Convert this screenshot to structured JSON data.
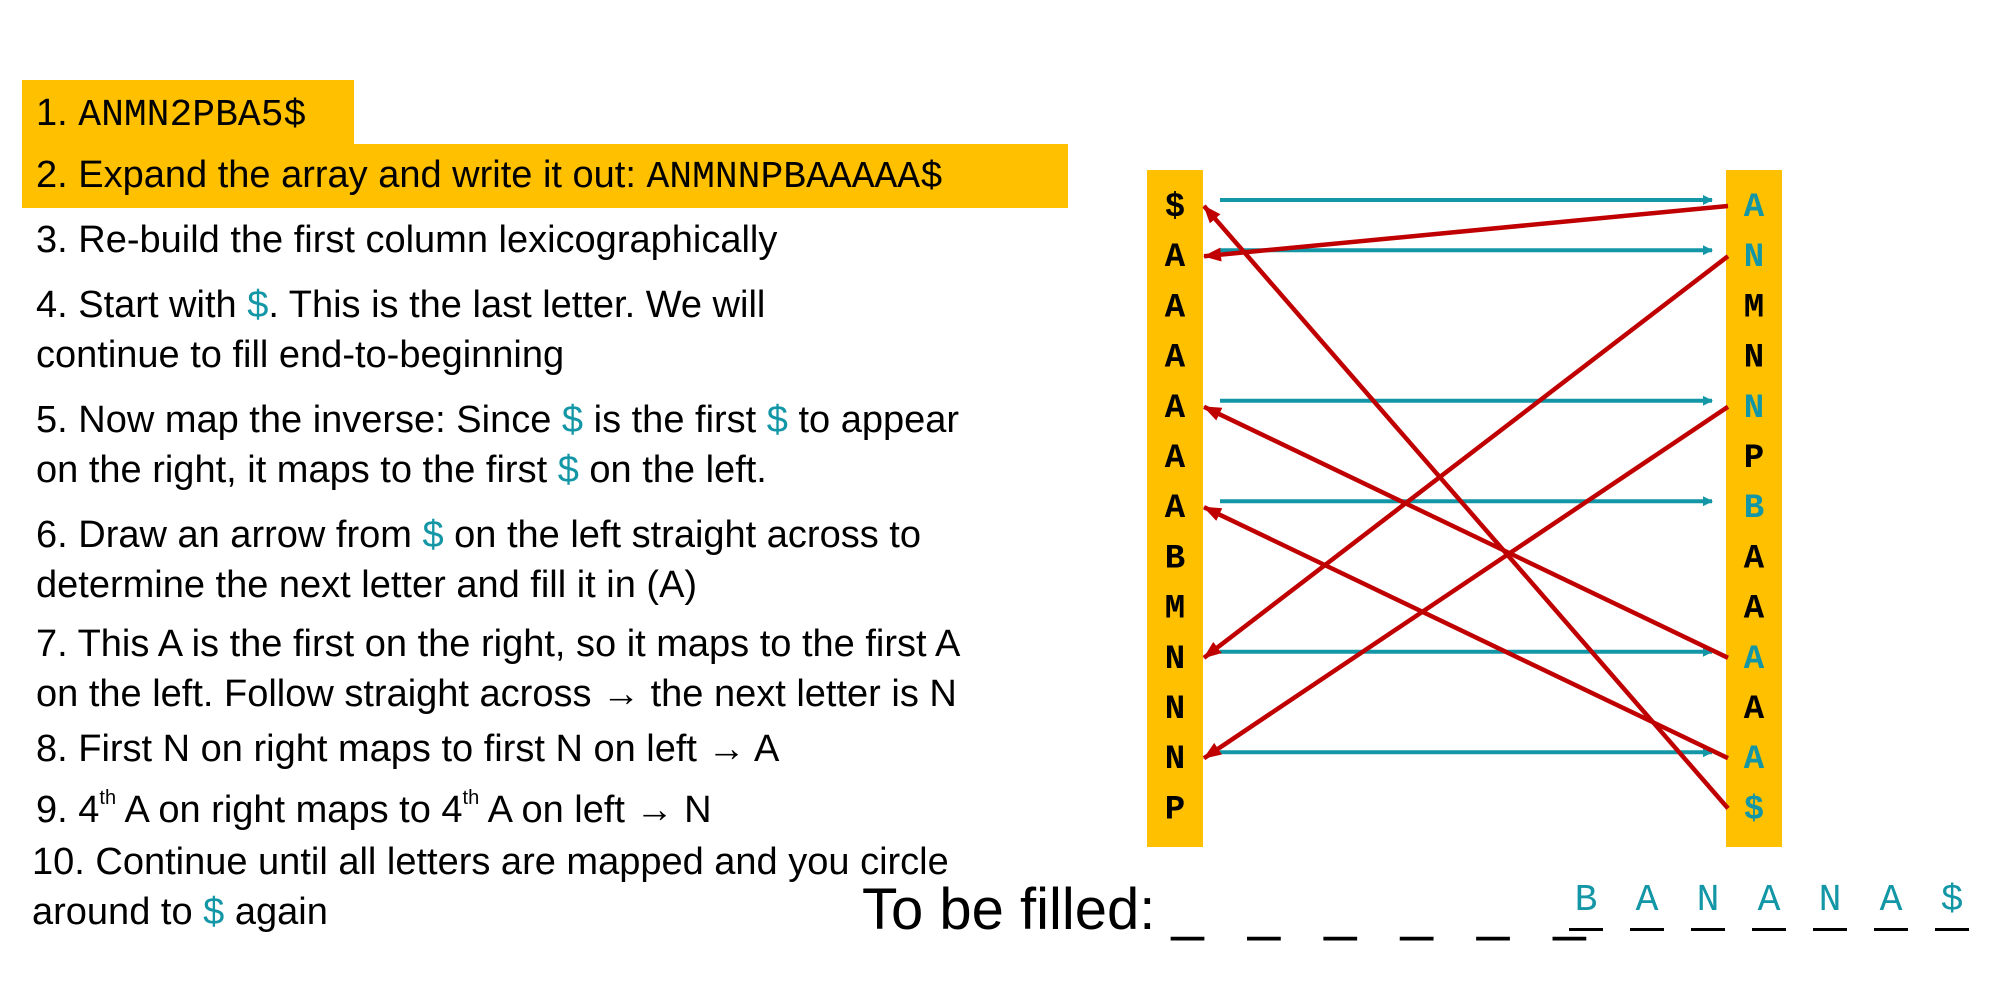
{
  "steps": {
    "s1": {
      "num": "1.",
      "code": "ANMN2PBA5$"
    },
    "s2": {
      "text": "2. Expand the array and write it out:",
      "code": "ANMNNPBAAAAA$"
    },
    "s3": {
      "text": "3. Re-build the first column lexicographically"
    },
    "s4": {
      "a": "4. Start with",
      "dollar": "$",
      "b": ". This is the last letter. We will",
      "line2": "continue to fill end-to-beginning"
    },
    "s5": {
      "a": "5. Now map the inverse: Since",
      "dollar1": "$",
      "b": "is the first",
      "dollar2": "$",
      "c": "to appear",
      "d": "on the right, it maps to the first",
      "dollar3": "$",
      "e": "on the left."
    },
    "s6": {
      "a": "6. Draw an arrow from",
      "dollar": "$",
      "b": "on the left straight across to",
      "line2": "determine the next letter and fill it in (A)"
    },
    "s7": {
      "line1": "7. This A is the first on the right, so it maps to the first A",
      "line2": "on the left. Follow straight across → the next letter is N"
    },
    "s8": {
      "text": "8. First N on right maps to first N on left → A"
    },
    "s9": {
      "a": "9. 4",
      "sup1": "th",
      "b": " A on right maps to 4",
      "sup2": "th",
      "c": " A on left → N"
    },
    "s10": {
      "line1": "10. Continue until all letters are mapped and you circle",
      "a": "around to",
      "dollar": "$",
      "b": "again"
    }
  },
  "to_be_filled": {
    "label": "To be filled:",
    "empty_blanks": [
      "_",
      "_",
      "_",
      "_",
      "_",
      "_"
    ],
    "filled": [
      "B",
      "A",
      "N",
      "A",
      "N",
      "A",
      "$"
    ]
  },
  "left_column": [
    "$",
    "A",
    "A",
    "A",
    "A",
    "A",
    "A",
    "B",
    "M",
    "N",
    "N",
    "N",
    "P"
  ],
  "right_column": [
    "A",
    "N",
    "M",
    "N",
    "N",
    "P",
    "B",
    "A",
    "A",
    "A",
    "A",
    "A",
    "$"
  ],
  "right_highlighted_rows": [
    0,
    1,
    4,
    6,
    9,
    11,
    12
  ],
  "teal_arrows": [
    {
      "from_row": 0,
      "to_row": 0
    },
    {
      "from_row": 1,
      "to_row": 1
    },
    {
      "from_row": 4,
      "to_row": 4
    },
    {
      "from_row": 6,
      "to_row": 6
    },
    {
      "from_row": 9,
      "to_row": 9
    },
    {
      "from_row": 11,
      "to_row": 11
    }
  ],
  "red_arrows": [
    {
      "from_row": 12,
      "to_row": 0
    },
    {
      "from_row": 0,
      "to_row": 1
    },
    {
      "from_row": 1,
      "to_row": 9
    },
    {
      "from_row": 9,
      "to_row": 4
    },
    {
      "from_row": 4,
      "to_row": 11
    },
    {
      "from_row": 11,
      "to_row": 6
    }
  ],
  "colors": {
    "accent": "#1396a6",
    "arrow_red": "#c00000",
    "highlight": "#ffc000"
  }
}
